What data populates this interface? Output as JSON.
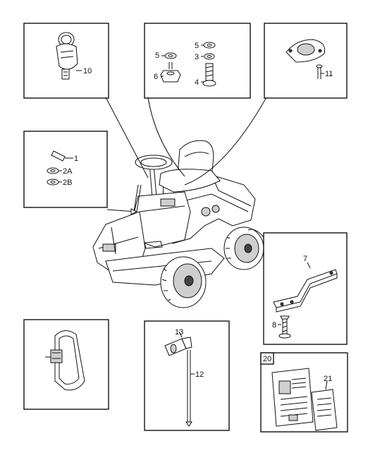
{
  "labels": {
    "n1": "1",
    "n2a": "2A",
    "n2b": "2B",
    "n3": "3",
    "n4": "4",
    "n5a": "5",
    "n5b": "5",
    "n6": "6",
    "n7": "7",
    "n8": "8",
    "n10": "10",
    "n11": "11",
    "n12": "12",
    "n13": "13",
    "n20": "20",
    "n21": "21"
  },
  "icons": {
    "key": "key-icon",
    "tractor": "ride-on-mower-illustration"
  }
}
